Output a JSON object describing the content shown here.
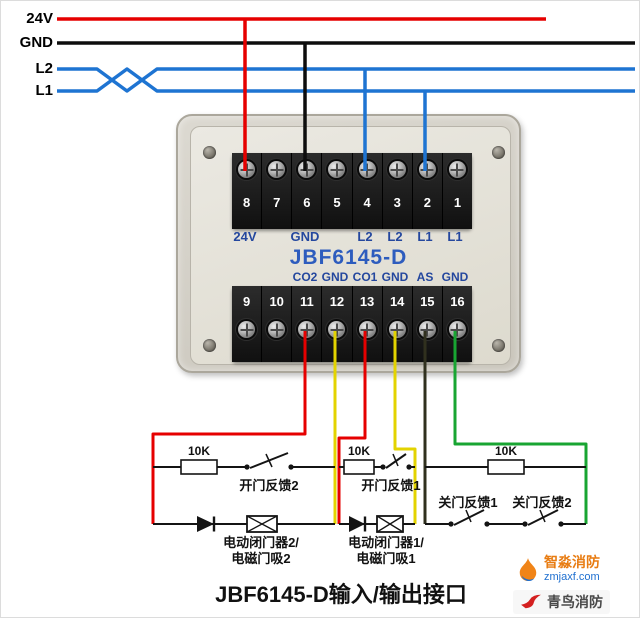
{
  "bus": {
    "v24": "24V",
    "gnd": "GND",
    "l2": "L2",
    "l1": "L1"
  },
  "module": {
    "title": "JBF6145-D",
    "top_numbers": [
      "8",
      "7",
      "6",
      "5",
      "4",
      "3",
      "2",
      "1"
    ],
    "bottom_numbers": [
      "9",
      "10",
      "11",
      "12",
      "13",
      "14",
      "15",
      "16"
    ],
    "top_labels": [
      "24V",
      "GND",
      "L2",
      "L2",
      "L1",
      "L1"
    ],
    "bottom_labels": [
      "CO2",
      "GND",
      "CO1",
      "GND",
      "AS",
      "GND"
    ]
  },
  "circuits": {
    "r1": "10K",
    "r2": "10K",
    "r3": "10K",
    "open_fb2": "开门反馈2",
    "open_fb1": "开门反馈1",
    "close_fb1": "关门反馈1",
    "close_fb2": "关门反馈2",
    "closer2_line1": "电动闭门器2/",
    "closer2_line2": "电磁门吸2",
    "closer1_line1": "电动闭门器1/",
    "closer1_line2": "电磁门吸1"
  },
  "footer": {
    "title": "JBF6145-D输入/输出接口"
  },
  "watermark": {
    "brand_top": "智淼消防",
    "brand_url": "zmjaxf.com",
    "brand_bottom": "青鸟消防"
  },
  "colors": {
    "wire_red": "#e60000",
    "wire_black": "#0d0d0d",
    "wire_blue": "#1e74d2",
    "wire_yellow": "#e3d300",
    "wire_green": "#18a532",
    "wire_dark": "#30301e",
    "label_blue": "#24479e"
  }
}
